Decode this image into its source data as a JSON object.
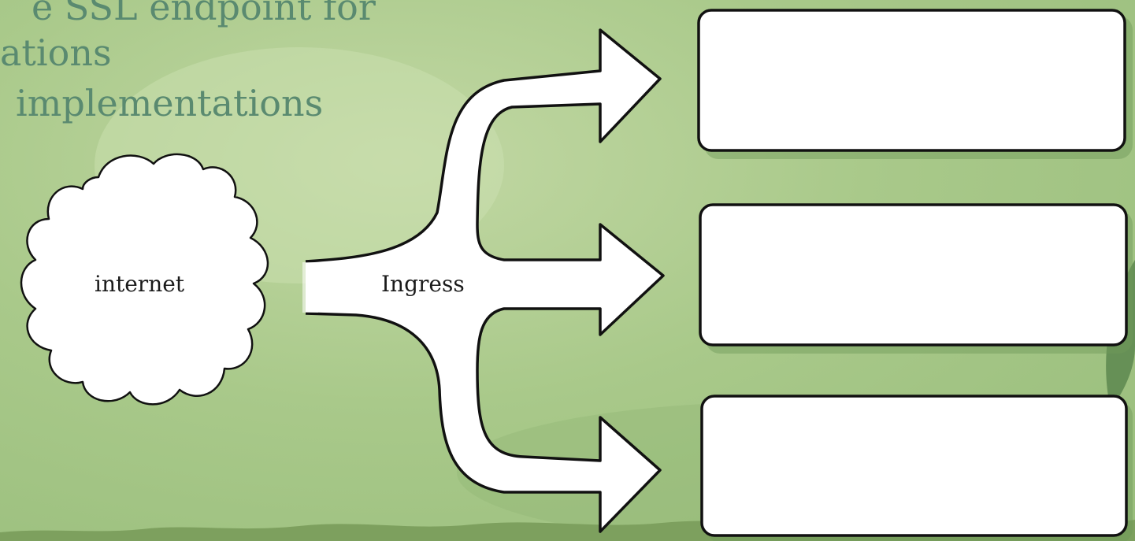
{
  "slide": {
    "bullets": [
      "e SSL endpoint for",
      "ations",
      "implementations"
    ]
  },
  "diagram": {
    "internet_label": "internet",
    "ingress_label": "Ingress",
    "targets": [
      "",
      "",
      ""
    ]
  },
  "colors": {
    "background": "#a9c98a",
    "text_accent": "#5a8a70",
    "shape_fill": "#ffffff",
    "outline": "#111111"
  }
}
